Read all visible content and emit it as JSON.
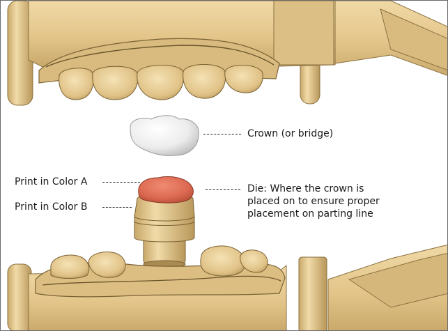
{
  "diagram": {
    "labels": {
      "crown": "Crown (or bridge)",
      "color_a": "Print in Color A",
      "color_b": "Print in Color B",
      "die_line1": "Die: Where the crown is",
      "die_line2": "placed on to ensure proper",
      "die_line3": "placement on parting line"
    },
    "colors": {
      "model": "#e6c98e",
      "model_dark": "#b99a5d",
      "model_shadow": "#8a7140",
      "crown": "#eeeeee",
      "die_top": "#dd6a52",
      "background": "#ffffff"
    }
  }
}
